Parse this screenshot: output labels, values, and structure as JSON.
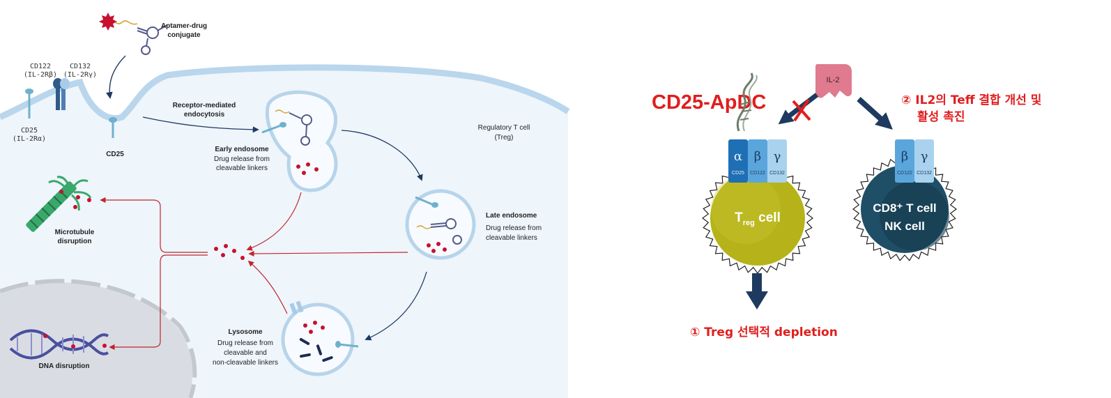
{
  "left": {
    "aptamer_label": [
      "Aptamer-drug",
      "conjugate"
    ],
    "cd122_label": [
      "CD122",
      "(IL-2Rβ)"
    ],
    "cd132_label": [
      "CD132",
      "(IL-2Rγ)"
    ],
    "cd25_side_label": [
      "CD25",
      "(IL-2Rα)"
    ],
    "cd25_label": "CD25",
    "rme_label": [
      "Receptor-mediated",
      "endocytosis"
    ],
    "treg_label": [
      "Regulatory T cell",
      "(Treg)"
    ],
    "early_title": "Early endosome",
    "early_desc": [
      "Drug release from",
      "cleavable linkers"
    ],
    "late_title": "Late endosome",
    "late_desc": [
      "Drug release from",
      "cleavable linkers"
    ],
    "lyso_title": "Lysosome",
    "lyso_desc": [
      "Drug release from",
      "cleavable and",
      "non-cleavable linkers"
    ],
    "micro_label": [
      "Microtubule",
      "disruption"
    ],
    "dna_label": "DNA disruption"
  },
  "right": {
    "apdc_title": "CD25-ApDC",
    "il2_label": "IL-2",
    "note2": [
      "② IL2의 Teff 결합 개선 및",
      "활성 촉진"
    ],
    "treg_cell": {
      "main": "T",
      "sub": "reg",
      "tail": " cell"
    },
    "cd8_cell": [
      "CD8⁺ T cell",
      "NK cell"
    ],
    "alpha": "α",
    "beta": "β",
    "gamma": "γ",
    "rec_cd25": "CD25",
    "rec_cd122": "CD122",
    "rec_cd132": "CD132",
    "note1": "① Treg 선택적 depletion"
  },
  "colors": {
    "red": "#e01e1e",
    "navy": "#1e3a5f",
    "olive": "#b5b319",
    "teal": "#1f4f66",
    "blue_dark": "#1f6fb5",
    "blue_mid": "#5aa6dc",
    "blue_light": "#a9d2ef"
  }
}
